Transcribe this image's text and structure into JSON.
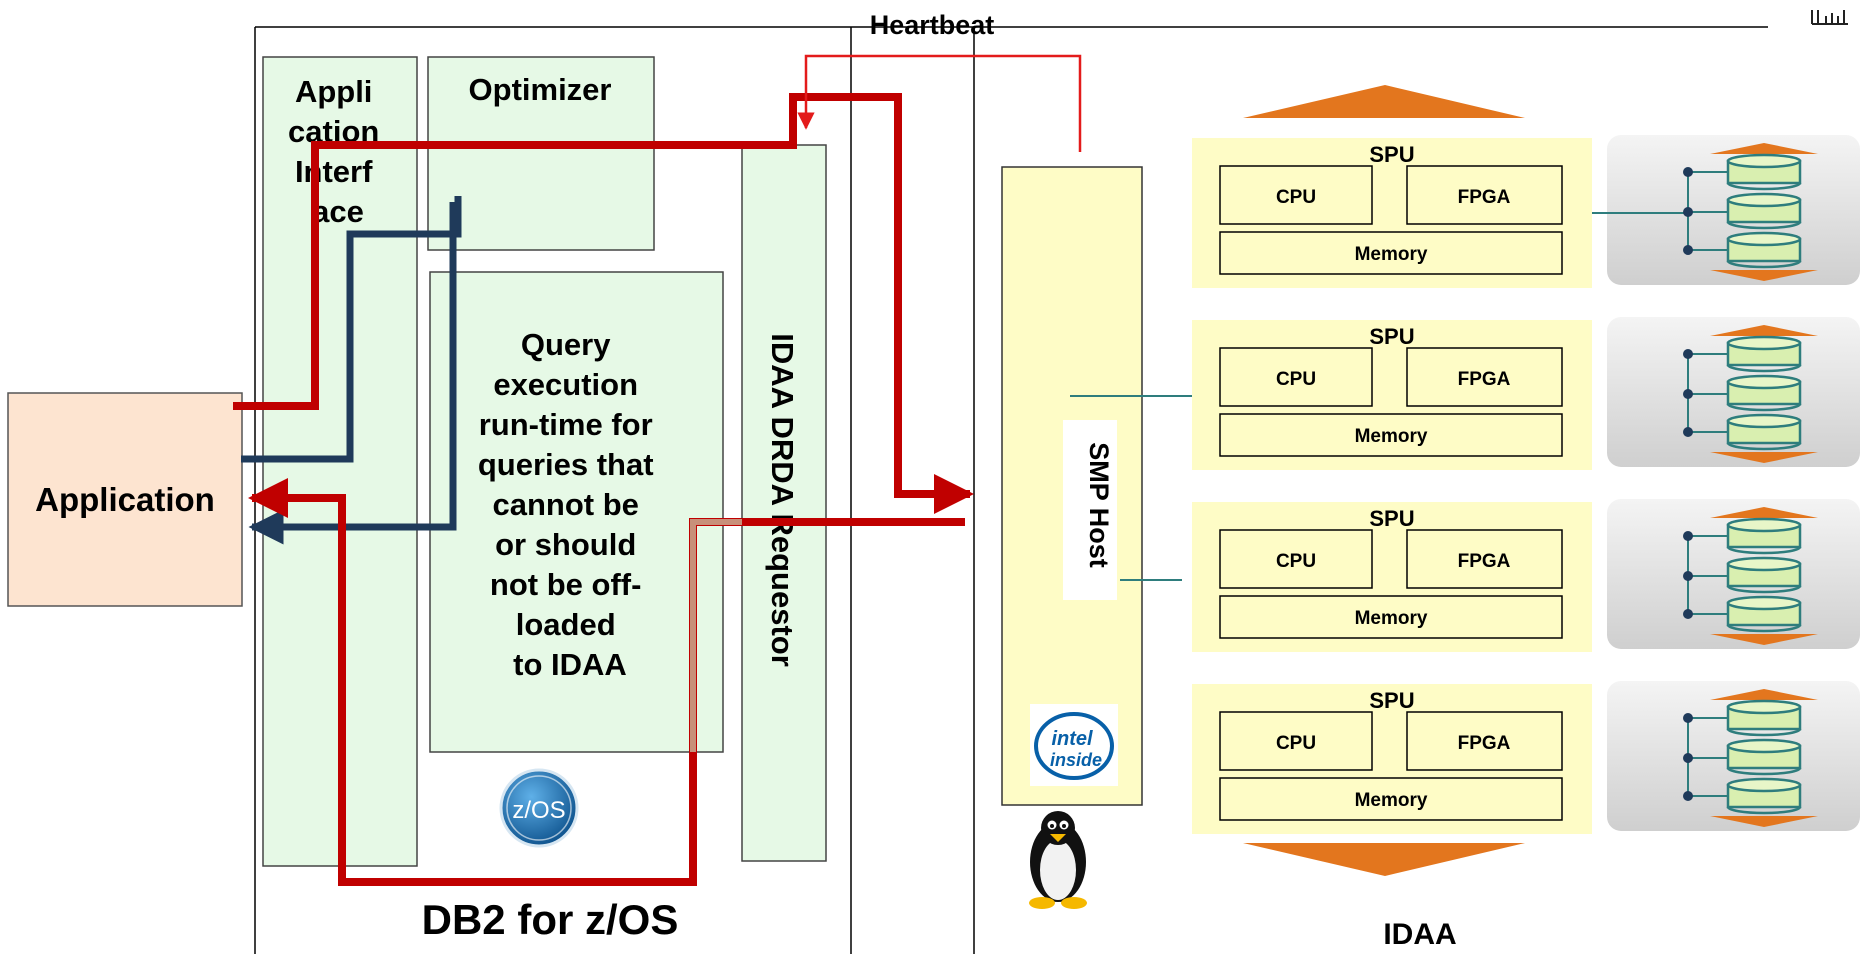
{
  "heartbeat_label": "Heartbeat",
  "application": {
    "label": "Application"
  },
  "db2": {
    "title": "DB2 for z/OS",
    "app_interface_lines": [
      "Appli",
      "cation",
      "Interf",
      "ace"
    ],
    "optimizer_label": "Optimizer",
    "query_runtime_lines": [
      "Query",
      "execution",
      "run-time for",
      "queries that",
      "cannot be",
      "or should",
      "not be off-",
      "loaded",
      "to IDAA"
    ],
    "drda_requestor_label": "IDAA DRDA Requestor",
    "zos_logo_text": "z/OS"
  },
  "idaa": {
    "title": "IDAA",
    "smp_host_label": "SMP Host",
    "intel_logo_lines": [
      "intel",
      "inside"
    ],
    "spus": [
      {
        "label": "SPU",
        "cpu": "CPU",
        "fpga": "FPGA",
        "memory": "Memory"
      },
      {
        "label": "SPU",
        "cpu": "CPU",
        "fpga": "FPGA",
        "memory": "Memory"
      },
      {
        "label": "SPU",
        "cpu": "CPU",
        "fpga": "FPGA",
        "memory": "Memory"
      },
      {
        "label": "SPU",
        "cpu": "CPU",
        "fpga": "FPGA",
        "memory": "Memory"
      }
    ]
  },
  "colors": {
    "db2_box_fill": "#e6f9e6",
    "application_fill": "#fde4d0",
    "spu_fill": "#fefcc6",
    "flow_red": "#c00000",
    "flow_navy": "#1f3a5a",
    "flow_tan": "#c8907a",
    "arrow_orange": "#e3761e",
    "disk_teal": "#2e7d7d",
    "heartbeat_red": "#e31b1b"
  }
}
